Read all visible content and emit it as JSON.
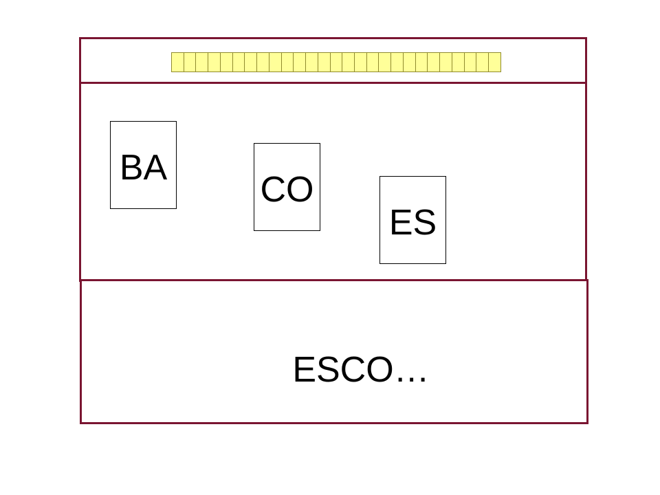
{
  "progress": {
    "segment_count": 27,
    "color": "#ffff99",
    "border_color": "#8f8a2e"
  },
  "cards": [
    {
      "id": "ba",
      "label": "BA"
    },
    {
      "id": "co",
      "label": "CO"
    },
    {
      "id": "es",
      "label": "ES"
    }
  ],
  "answer": {
    "text": "ESCO…"
  },
  "colors": {
    "frame": "#7a1531",
    "background": "#ffffff"
  }
}
